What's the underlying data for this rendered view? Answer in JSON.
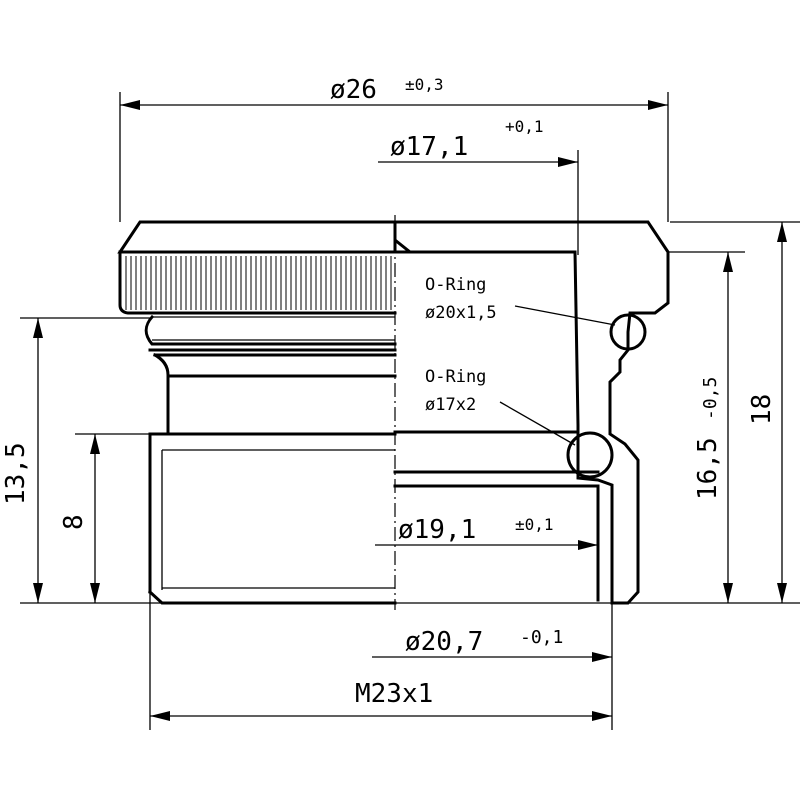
{
  "drawing": {
    "type": "technical-drawing",
    "dimensions": {
      "d26": {
        "value": "ø26",
        "tolerance": "±0,3"
      },
      "d17_1": {
        "value": "ø17,1",
        "tolerance": "+0,1"
      },
      "d19_1": {
        "value": "ø19,1",
        "tolerance": "±0,1"
      },
      "d20_7": {
        "value": "ø20,7",
        "tolerance": "-0,1"
      },
      "thread": {
        "value": "M23x1"
      },
      "h13_5": {
        "value": "13,5"
      },
      "h8": {
        "value": "8"
      },
      "h16_5": {
        "value": "16,5",
        "tolerance": "-0,5"
      },
      "h18": {
        "value": "18"
      }
    },
    "notes": {
      "oring1": {
        "line1": "O-Ring",
        "line2": "ø20x1,5"
      },
      "oring2": {
        "line1": "O-Ring",
        "line2": "ø17x2"
      }
    }
  }
}
